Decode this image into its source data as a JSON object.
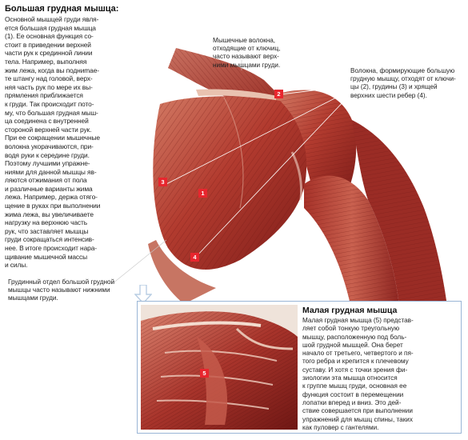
{
  "main": {
    "title": "Большая грудная мышца:",
    "text": "Основной мышцей груди явля-\nется большая грудная мышца\n(1). Ее основная функция со-\nстоит в приведении верхней\nчасти рук к срединной линии\nтела. Например, выполняя\nжим лежа, когда вы подниmaе-\nте штангу над головой, верх-\nняя часть рук по мере их вы-\nпрямления приближается\nк груди. Так происходит пото-\nму, что большая грудная мыш-\nца соединена с внутренней\nстороной верхней части рук.\nПри ее сокращении мышечные\nволокна укорачиваются, при-\nводя руки к середине груди.\nПоэтому лучшими упражне-\nниями для данной мышцы яв-\nляются отжимания от пола\nи различные варианты жима\nлежа. Например, держа отяго-\nщение в руках при выполнении\nжима лежа, вы увеличиваете\nнагрузку на верхнюю часть\nрук, что заставляет мышцы\nгруди сокращаться интенсив-\nнее. В итоге происходит нара-\nщивание мышечной массы\nи силы."
  },
  "callouts": {
    "upper_fibers": "Мышечные волокна,\nотходящие от ключиц,\nчасто называют верх-\nними мышцами груди.",
    "origin_fibers": "Волокна, формирующие большую\nгрудную мышцу, отходят от ключи-\nцы (2), грудины (3) и хрящей\nверхних шести ребер (4).",
    "sternal_part": "Грудинный отдел большой грудной\nмышцы часто называют нижними\nмышцами груди."
  },
  "markers": {
    "m1": "1",
    "m2": "2",
    "m3": "3",
    "m4": "4",
    "m5": "5"
  },
  "inset": {
    "title": "Малая грудная мышца",
    "text": "Малая грудная мышца (5) представ-\nляет собой тонкую треугольную\nмышцу, расположенную под боль-\nшой грудной мышцей. Она берет\nначало от третьего, четвертого и пя-\nтого ребра и крепится к плечевому\nсуставу. И хотя с точки зрения фи-\nзиологии эта мышца относится\nк группе мышц груди, основная ее\nфункция состоит в перемещении\nлопатки вперед и вниз. Это дей-\nствие совершается при выполнении\nупражнений для мышц спины, таких\nкак пуловер с гантелями."
  },
  "colors": {
    "marker_red": "#e8262e",
    "muscle_dark": "#8a1f1c",
    "muscle_mid": "#b53a30",
    "muscle_light": "#d9826e",
    "inset_border": "#9ab6d6",
    "arrow_blue": "#b9cde3"
  }
}
